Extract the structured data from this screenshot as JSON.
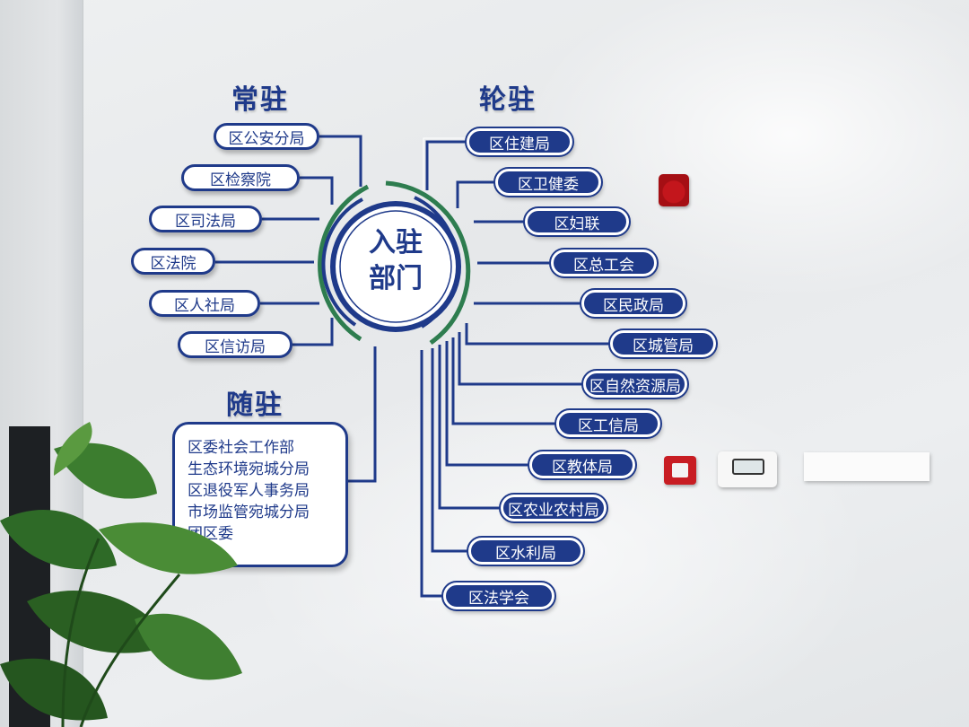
{
  "headings": {
    "resident": "常驻",
    "rotating": "轮驻",
    "accompanying": "随驻"
  },
  "center": {
    "line1": "入驻",
    "line2": "部门"
  },
  "resident_departments": [
    "区公安分局",
    "区检察院",
    "区司法局",
    "区法院",
    "区人社局",
    "区信访局"
  ],
  "rotating_departments": [
    "区住建局",
    "区卫健委",
    "区妇联",
    "区总工会",
    "区民政局",
    "区城管局",
    "区自然资源局",
    "区工信局",
    "区教体局",
    "区农业农村局",
    "区水利局",
    "区法学会"
  ],
  "accompanying_departments": [
    "区委社会工作部",
    "生态环境宛城分局",
    "区退役军人事务局",
    "市场监管宛城分局",
    "团区委"
  ],
  "colors": {
    "primary_blue": "#1f3a8a",
    "ring_green": "#2e7d4f",
    "alarm_red": "#c81d23"
  }
}
